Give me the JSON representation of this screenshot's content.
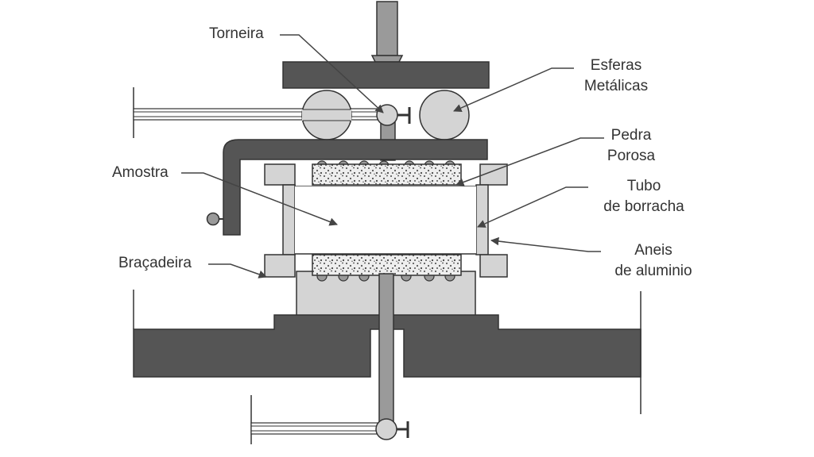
{
  "diagram": {
    "labels": {
      "torneira": "Torneira",
      "esferas_l1": "Esferas",
      "esferas_l2": "Metálicas",
      "pedra_l1": "Pedra",
      "pedra_l2": "Porosa",
      "amostra": "Amostra",
      "tubo_l1": "Tubo",
      "tubo_l2": "de borracha",
      "bracadeira": "Braçadeira",
      "aneis_l1": "Aneis",
      "aneis_l2": "de aluminio"
    },
    "colors": {
      "dark": "#555555",
      "medium": "#9a9a9a",
      "light": "#d4d4d4",
      "outline": "#333333",
      "leader": "#444444",
      "text": "#333333"
    }
  }
}
